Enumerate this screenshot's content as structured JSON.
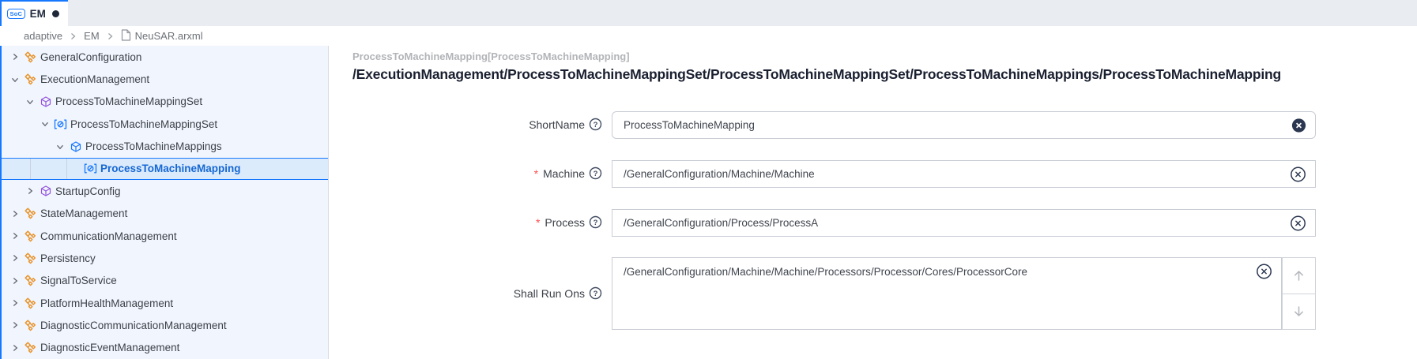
{
  "tab": {
    "badge": "SoC",
    "label": "EM",
    "dirty": true
  },
  "breadcrumb": {
    "items": [
      "adaptive",
      "EM",
      "NeuSAR.arxml"
    ]
  },
  "sidebar": {
    "items": [
      {
        "label": "GeneralConfiguration",
        "level": 0,
        "chevron": "right",
        "icon": "cluster-orange",
        "selected": false
      },
      {
        "label": "ExecutionManagement",
        "level": 0,
        "chevron": "down",
        "icon": "cluster-orange",
        "selected": false
      },
      {
        "label": "ProcessToMachineMappingSet",
        "level": 1,
        "chevron": "down",
        "icon": "cube-purple",
        "selected": false
      },
      {
        "label": "ProcessToMachineMappingSet",
        "level": 2,
        "chevron": "down",
        "icon": "bracket-blue",
        "selected": false
      },
      {
        "label": "ProcessToMachineMappings",
        "level": 3,
        "chevron": "down",
        "icon": "cube-blue",
        "selected": false
      },
      {
        "label": "ProcessToMachineMapping",
        "level": 4,
        "chevron": "none",
        "icon": "bracket-blue",
        "selected": true
      },
      {
        "label": "StartupConfig",
        "level": 1,
        "chevron": "right",
        "icon": "cube-purple",
        "selected": false
      },
      {
        "label": "StateManagement",
        "level": 0,
        "chevron": "right",
        "icon": "cluster-orange",
        "selected": false
      },
      {
        "label": "CommunicationManagement",
        "level": 0,
        "chevron": "right",
        "icon": "cluster-orange",
        "selected": false
      },
      {
        "label": "Persistency",
        "level": 0,
        "chevron": "right",
        "icon": "cluster-orange",
        "selected": false
      },
      {
        "label": "SignalToService",
        "level": 0,
        "chevron": "right",
        "icon": "cluster-orange",
        "selected": false
      },
      {
        "label": "PlatformHealthManagement",
        "level": 0,
        "chevron": "right",
        "icon": "cluster-orange",
        "selected": false
      },
      {
        "label": "DiagnosticCommunicationManagement",
        "level": 0,
        "chevron": "right",
        "icon": "cluster-orange",
        "selected": false
      },
      {
        "label": "DiagnosticEventManagement",
        "level": 0,
        "chevron": "right",
        "icon": "cluster-orange",
        "selected": false
      }
    ]
  },
  "header": {
    "type_label": "ProcessToMachineMapping[ProcessToMachineMapping]",
    "path": "/ExecutionManagement/ProcessToMachineMappingSet/ProcessToMachineMappingSet/ProcessToMachineMappings/ProcessToMachineMapping"
  },
  "form": {
    "fields": [
      {
        "key": "short_name",
        "label": "ShortName",
        "required": false,
        "value": "ProcessToMachineMapping"
      },
      {
        "key": "machine",
        "label": "Machine",
        "required": true,
        "value": "/GeneralConfiguration/Machine/Machine"
      },
      {
        "key": "process",
        "label": "Process",
        "required": true,
        "value": "/GeneralConfiguration/Process/ProcessA"
      },
      {
        "key": "shall_run_ons",
        "label": "Shall Run Ons",
        "required": false,
        "items": [
          "/GeneralConfiguration/Machine/Machine/Processors/Processor/Cores/ProcessorCore"
        ]
      }
    ]
  },
  "colors": {
    "accent": "#1677ff",
    "selected_bg": "#dcebfc",
    "sidebar_bg": "#f1f6fe",
    "tabbar_bg": "#e9edf2",
    "icon_orange": "#e8952f",
    "icon_purple": "#9254de",
    "icon_blue": "#1677ff",
    "clear_navy": "#2b3750",
    "required_red": "#ff4d4f"
  }
}
